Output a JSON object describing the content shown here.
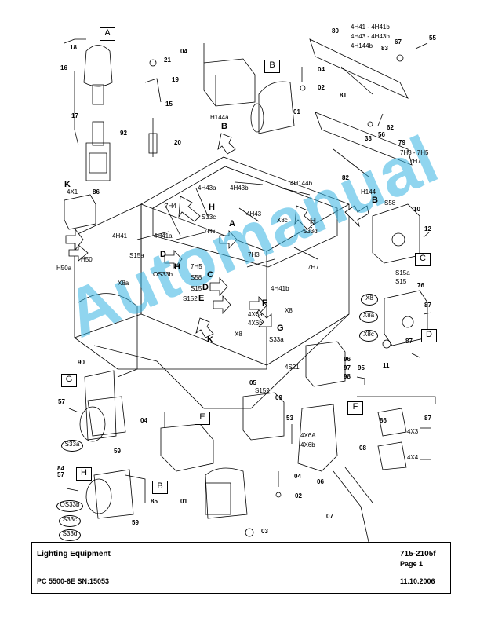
{
  "footer": {
    "title": "Lighting Equipment",
    "doc_number": "715-2105f",
    "page": "Page 1",
    "machine": "PC 5500-6E SN:15053",
    "date": "11.10.2006"
  },
  "watermark": "Automanual",
  "section_labels": [
    "A",
    "B",
    "C",
    "D",
    "E",
    "F",
    "G",
    "H",
    "B"
  ],
  "part_numbers": [
    "01",
    "02",
    "03",
    "04",
    "05",
    "06",
    "07",
    "08",
    "09",
    "10",
    "11",
    "12",
    "15",
    "16",
    "17",
    "18",
    "19",
    "20",
    "21",
    "33",
    "53",
    "55",
    "56",
    "57",
    "59",
    "62",
    "67",
    "76",
    "79",
    "80",
    "81",
    "82",
    "83",
    "84",
    "85",
    "86",
    "87",
    "90",
    "92",
    "95",
    "96",
    "97",
    "98"
  ],
  "callouts": {
    "4h41_group": [
      "4H41 - 4H41b",
      "4H43 - 4H43b",
      "4H144b"
    ],
    "7h_group": [
      "7H3 - 7H5",
      "7H7"
    ],
    "connector_codes": [
      "4X1",
      "4X6A",
      "4X6b",
      "4X3",
      "4X4",
      "4X6a",
      "4X6b",
      "4S21"
    ],
    "switch_codes": [
      "S15a",
      "S15",
      "S152",
      "S58",
      "S33a",
      "S33b",
      "S33c",
      "S33d"
    ],
    "harness_codes": [
      "X8",
      "X8a",
      "X8c",
      "H50",
      "H50a",
      "H144",
      "H144a",
      "OS33b",
      "S33c",
      "S33d",
      "4H43a",
      "4H43b",
      "4H144b",
      "4H43",
      "4H41",
      "4H41a",
      "4H41b",
      "7H4",
      "7H6",
      "7H5",
      "7H3",
      "7H7",
      "S33d"
    ]
  },
  "ovals": [
    "X8",
    "X8a",
    "X8c",
    "S33a",
    "OS33b",
    "S33c",
    "S33d"
  ]
}
